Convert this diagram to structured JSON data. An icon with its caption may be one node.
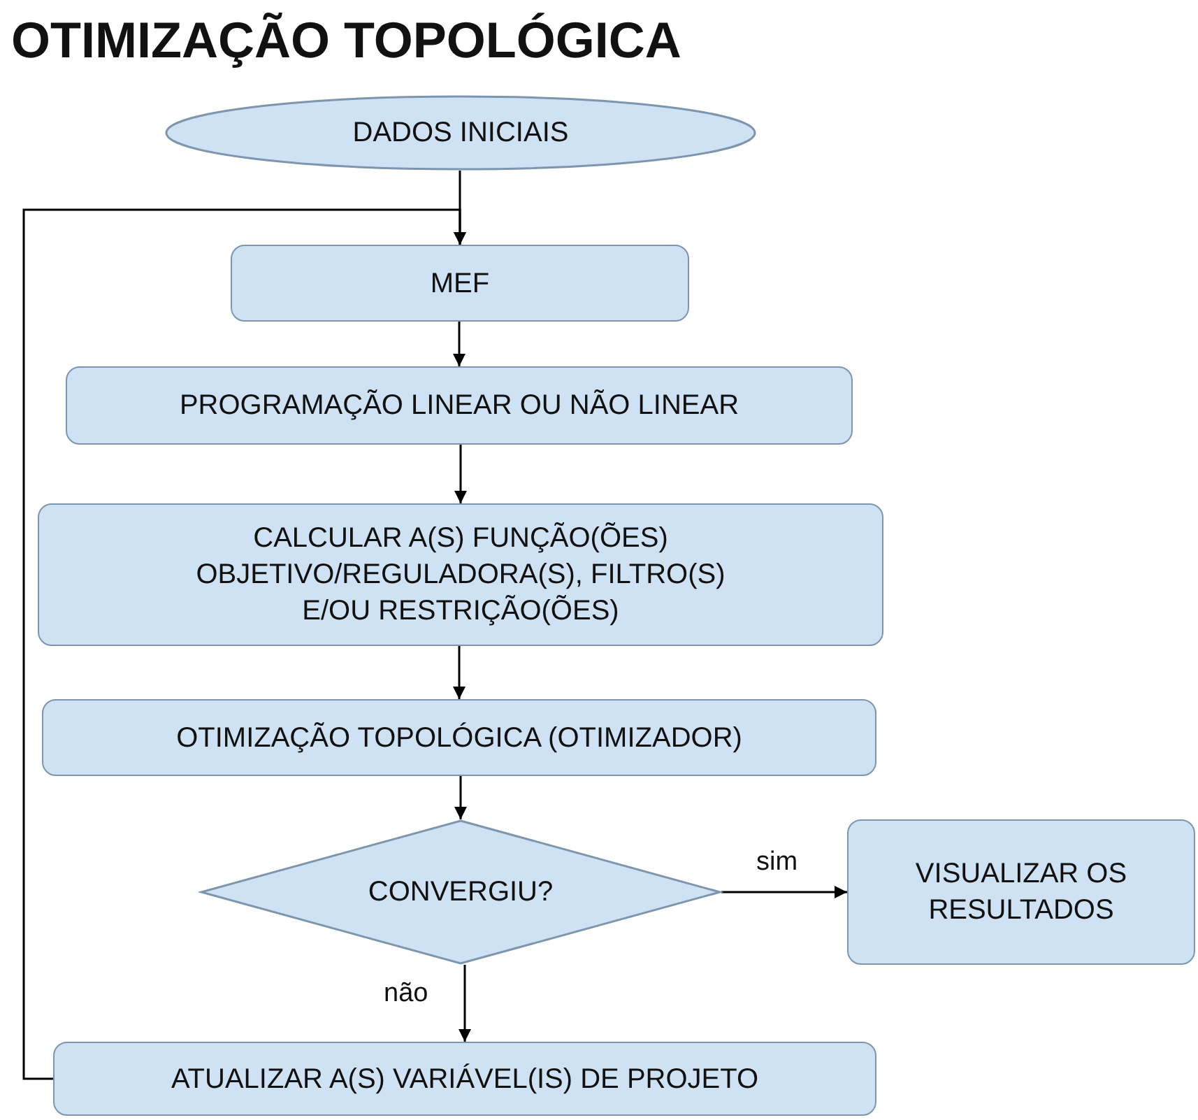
{
  "diagram": {
    "title": "OTIMIZAÇÃO TOPOLÓGICA",
    "nodes": [
      {
        "text": [
          "DADOS INICIAIS"
        ]
      },
      {
        "text": [
          "MEF"
        ]
      },
      {
        "text": [
          "PROGRAMAÇÃO LINEAR OU NÃO LINEAR"
        ]
      },
      {
        "text": [
          "CALCULAR A(S) FUNÇÃO(ÕES) OBJETIVO/REGULADORA(S), FILTRO(S) E/OU RESTRIÇÃO(ÕES)"
        ]
      },
      {
        "text": [
          "OTIMIZAÇÃO TOPOLÓGICA (OTIMIZADOR)"
        ]
      },
      {
        "text": [
          "CONVERGIU?"
        ]
      },
      {
        "text": [
          "VISUALIZAR OS RESULTADOS"
        ]
      },
      {
        "text": [
          "ATUALIZAR A(S) VARIÁVEL(IS) DE PROJETO"
        ]
      }
    ],
    "edges": [
      {
        "from": 0,
        "to": 1,
        "arrow": "to"
      },
      {
        "from": 1,
        "to": 2,
        "arrow": "to"
      },
      {
        "from": 2,
        "to": 3,
        "arrow": "to"
      },
      {
        "from": 3,
        "to": 4,
        "arrow": "to"
      },
      {
        "from": 4,
        "to": 5,
        "arrow": "to"
      },
      {
        "from": 5,
        "to": 6,
        "arrow": "to",
        "label": "sim"
      },
      {
        "from": 5,
        "to": 7,
        "arrow": "to",
        "label": "não"
      },
      {
        "from": 7,
        "to": 1,
        "arrow": "to"
      }
    ]
  }
}
